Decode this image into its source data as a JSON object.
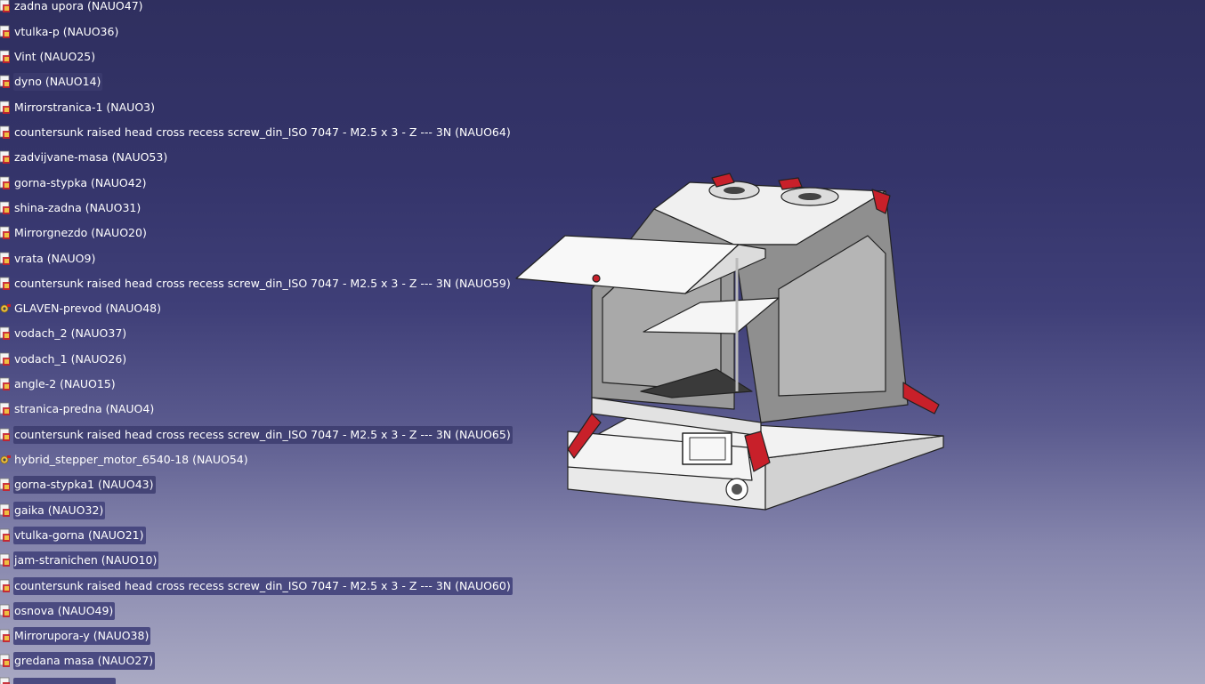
{
  "tree": {
    "items": [
      {
        "label": "zadna upora (NAUO47)",
        "icon": "part-icon"
      },
      {
        "label": "vtulka-p (NAUO36)",
        "icon": "part-icon"
      },
      {
        "label": "Vint (NAUO25)",
        "icon": "part-icon"
      },
      {
        "label": "dyno (NAUO14)",
        "icon": "part-icon"
      },
      {
        "label": "Mirrorstranica-1 (NAUO3)",
        "icon": "part-icon"
      },
      {
        "label": "countersunk raised head cross recess screw_din_ISO 7047 - M2.5 x 3 - Z --- 3N (NAUO64)",
        "icon": "part-icon"
      },
      {
        "label": "zadvijvane-masa (NAUO53)",
        "icon": "part-icon"
      },
      {
        "label": "gorna-stypka (NAUO42)",
        "icon": "part-icon"
      },
      {
        "label": "shina-zadna (NAUO31)",
        "icon": "part-icon"
      },
      {
        "label": "Mirrorgnezdo (NAUO20)",
        "icon": "part-icon"
      },
      {
        "label": "vrata (NAUO9)",
        "icon": "part-icon"
      },
      {
        "label": "countersunk raised head cross recess screw_din_ISO 7047 - M2.5 x 3 - Z --- 3N (NAUO59)",
        "icon": "part-icon"
      },
      {
        "label": "GLAVEN-prevod (NAUO48)",
        "icon": "assembly-icon"
      },
      {
        "label": "vodach_2 (NAUO37)",
        "icon": "part-icon"
      },
      {
        "label": "vodach_1 (NAUO26)",
        "icon": "part-icon"
      },
      {
        "label": "angle-2 (NAUO15)",
        "icon": "part-icon"
      },
      {
        "label": "stranica-predna (NAUO4)",
        "icon": "part-icon"
      },
      {
        "label": "countersunk raised head cross recess screw_din_ISO 7047 - M2.5 x 3 - Z --- 3N (NAUO65)",
        "icon": "part-icon"
      },
      {
        "label": "hybrid_stepper_motor_6540-18 (NAUO54)",
        "icon": "assembly-icon"
      },
      {
        "label": "gorna-stypka1 (NAUO43)",
        "icon": "part-icon"
      },
      {
        "label": "gaika (NAUO32)",
        "icon": "part-icon"
      },
      {
        "label": "vtulka-gorna (NAUO21)",
        "icon": "part-icon"
      },
      {
        "label": "jam-stranichen (NAUO10)",
        "icon": "part-icon"
      },
      {
        "label": "countersunk raised head cross recess screw_din_ISO 7047 - M2.5 x 3 - Z --- 3N (NAUO60)",
        "icon": "part-icon"
      },
      {
        "label": "osnova (NAUO49)",
        "icon": "part-icon"
      },
      {
        "label": "Mirrorupora-y (NAUO38)",
        "icon": "part-icon"
      },
      {
        "label": "gredana masa (NAUO27)",
        "icon": "part-icon"
      },
      {
        "label": "",
        "icon": "part-icon"
      }
    ]
  },
  "viewport": {
    "model": "printer-enclosure-3d-model"
  },
  "colors": {
    "accent_red": "#c8202a",
    "label_text": "#ffffff"
  }
}
